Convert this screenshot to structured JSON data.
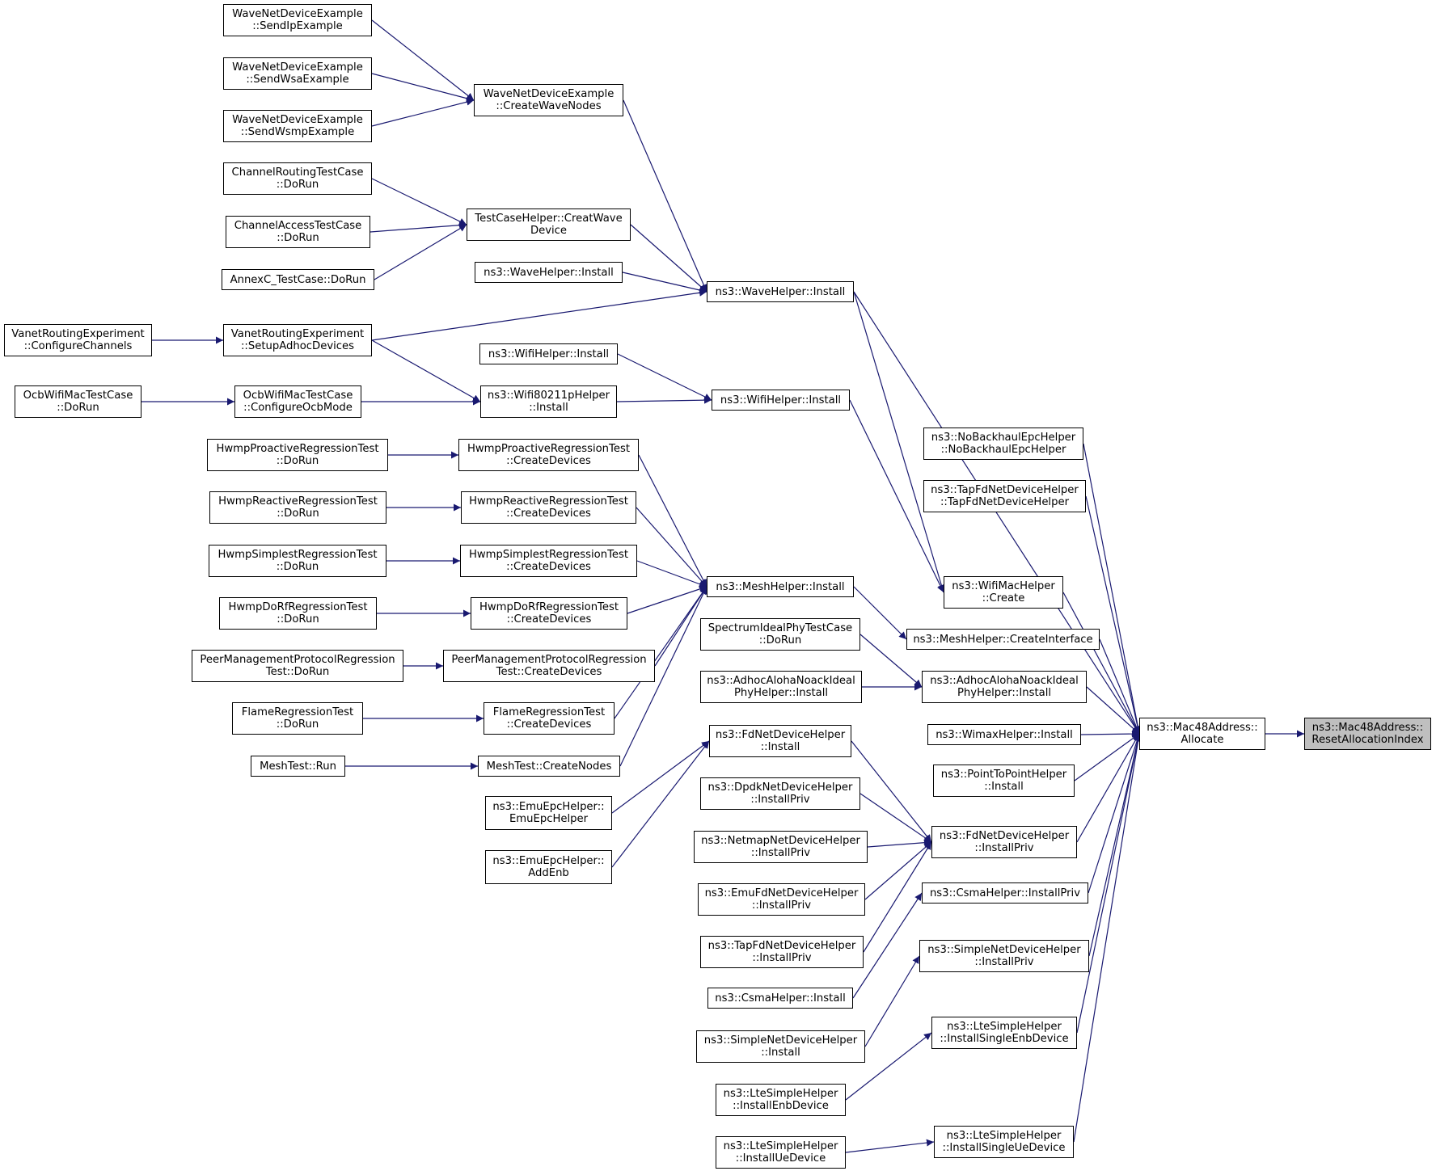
{
  "colors": {
    "edge": "#191970",
    "node_border": "#000000",
    "node_fill": "#ffffff",
    "focus_fill": "#bfbfbf"
  },
  "nodes": {
    "n_reset": {
      "lines": [
        "ns3::Mac48Address::",
        "ResetAllocationIndex"
      ],
      "focus": true
    },
    "n_alloc": {
      "lines": [
        "ns3::Mac48Address::",
        "Allocate"
      ]
    },
    "n_nobackhaul": {
      "lines": [
        "ns3::NoBackhaulEpcHelper",
        "::NoBackhaulEpcHelper"
      ]
    },
    "n_tapfd_ctor": {
      "lines": [
        "ns3::TapFdNetDeviceHelper",
        "::TapFdNetDeviceHelper"
      ]
    },
    "n_wifimac": {
      "lines": [
        "ns3::WifiMacHelper",
        "::Create"
      ]
    },
    "n_mesh_ci": {
      "lines": [
        "ns3::MeshHelper::CreateInterface"
      ]
    },
    "n_adhoc": {
      "lines": [
        "ns3::AdhocAlohaNoackIdeal",
        "PhyHelper::Install"
      ]
    },
    "n_wimax": {
      "lines": [
        "ns3::WimaxHelper::Install"
      ]
    },
    "n_p2p": {
      "lines": [
        "ns3::PointToPointHelper",
        "::Install"
      ]
    },
    "n_fd_priv": {
      "lines": [
        "ns3::FdNetDeviceHelper",
        "::InstallPriv"
      ]
    },
    "n_csma_priv": {
      "lines": [
        "ns3::CsmaHelper::InstallPriv"
      ]
    },
    "n_simple_priv": {
      "lines": [
        "ns3::SimpleNetDeviceHelper",
        "::InstallPriv"
      ]
    },
    "n_lte_enb": {
      "lines": [
        "ns3::LteSimpleHelper",
        "::InstallSingleEnbDevice"
      ]
    },
    "n_lte_ue": {
      "lines": [
        "ns3::LteSimpleHelper",
        "::InstallSingleUeDevice"
      ]
    },
    "n_wave_inst": {
      "lines": [
        "ns3::WaveHelper::Install"
      ]
    },
    "n_wifi_inst": {
      "lines": [
        "ns3::WifiHelper::Install"
      ]
    },
    "n_mesh_inst": {
      "lines": [
        "ns3::MeshHelper::Install"
      ]
    },
    "n_spectrum": {
      "lines": [
        "SpectrumIdealPhyTestCase",
        "::DoRun"
      ]
    },
    "n_adhoc_ideal": {
      "lines": [
        "ns3::AdhocAlohaNoackIdeal",
        "PhyHelper::Install"
      ]
    },
    "n_fd_install": {
      "lines": [
        "ns3::FdNetDeviceHelper",
        "::Install"
      ]
    },
    "n_dpdk": {
      "lines": [
        "ns3::DpdkNetDeviceHelper",
        "::InstallPriv"
      ]
    },
    "n_netmap": {
      "lines": [
        "ns3::NetmapNetDeviceHelper",
        "::InstallPriv"
      ]
    },
    "n_emufd": {
      "lines": [
        "ns3::EmuFdNetDeviceHelper",
        "::InstallPriv"
      ]
    },
    "n_tapfd_priv": {
      "lines": [
        "ns3::TapFdNetDeviceHelper",
        "::InstallPriv"
      ]
    },
    "n_csma_inst": {
      "lines": [
        "ns3::CsmaHelper::Install"
      ]
    },
    "n_simple_inst": {
      "lines": [
        "ns3::SimpleNetDeviceHelper",
        "::Install"
      ]
    },
    "n_lte_enbdev": {
      "lines": [
        "ns3::LteSimpleHelper",
        "::InstallEnbDevice"
      ]
    },
    "n_lte_uedev": {
      "lines": [
        "ns3::LteSimpleHelper",
        "::InstallUeDevice"
      ]
    },
    "n_emu_ctor": {
      "lines": [
        "ns3::EmuEpcHelper::",
        "EmuEpcHelper"
      ]
    },
    "n_emu_addenb": {
      "lines": [
        "ns3::EmuEpcHelper::",
        "AddEnb"
      ]
    },
    "n_wave_cwn": {
      "lines": [
        "WaveNetDeviceExample",
        "::CreateWaveNodes"
      ]
    },
    "n_tch_cwd": {
      "lines": [
        "TestCaseHelper::CreatWave",
        "Device"
      ]
    },
    "n_wave_inst2": {
      "lines": [
        "ns3::WaveHelper::Install"
      ]
    },
    "n_vanet_setup": {
      "lines": [
        "VanetRoutingExperiment",
        "::SetupAdhocDevices"
      ]
    },
    "n_wifi_inst2": {
      "lines": [
        "ns3::WifiHelper::Install"
      ]
    },
    "n_wifi80211p": {
      "lines": [
        "ns3::Wifi80211pHelper",
        "::Install"
      ]
    },
    "n_hwmp_pro_cd": {
      "lines": [
        "HwmpProactiveRegressionTest",
        "::CreateDevices"
      ]
    },
    "n_hwmp_rea_cd": {
      "lines": [
        "HwmpReactiveRegressionTest",
        "::CreateDevices"
      ]
    },
    "n_hwmp_sim_cd": {
      "lines": [
        "HwmpSimplestRegressionTest",
        "::CreateDevices"
      ]
    },
    "n_hwmp_dorf_cd": {
      "lines": [
        "HwmpDoRfRegressionTest",
        "::CreateDevices"
      ]
    },
    "n_pmp_cd": {
      "lines": [
        "PeerManagementProtocolRegression",
        "Test::CreateDevices"
      ]
    },
    "n_flame_cd": {
      "lines": [
        "FlameRegressionTest",
        "::CreateDevices"
      ]
    },
    "n_meshtest_cn": {
      "lines": [
        "MeshTest::CreateNodes"
      ]
    },
    "n_wave_sendip": {
      "lines": [
        "WaveNetDeviceExample",
        "::SendIpExample"
      ]
    },
    "n_wave_sendwsa": {
      "lines": [
        "WaveNetDeviceExample",
        "::SendWsaExample"
      ]
    },
    "n_wave_sendwsmp": {
      "lines": [
        "WaveNetDeviceExample",
        "::SendWsmpExample"
      ]
    },
    "n_chan_routing": {
      "lines": [
        "ChannelRoutingTestCase",
        "::DoRun"
      ]
    },
    "n_chan_access": {
      "lines": [
        "ChannelAccessTestCase",
        "::DoRun"
      ]
    },
    "n_annexc": {
      "lines": [
        "AnnexC_TestCase::DoRun"
      ]
    },
    "n_vanet_config": {
      "lines": [
        "VanetRoutingExperiment",
        "::ConfigureChannels"
      ]
    },
    "n_ocb_config": {
      "lines": [
        "OcbWifiMacTestCase",
        "::ConfigureOcbMode"
      ]
    },
    "n_ocb_dorun": {
      "lines": [
        "OcbWifiMacTestCase",
        "::DoRun"
      ]
    },
    "n_hwmp_pro_run": {
      "lines": [
        "HwmpProactiveRegressionTest",
        "::DoRun"
      ]
    },
    "n_hwmp_rea_run": {
      "lines": [
        "HwmpReactiveRegressionTest",
        "::DoRun"
      ]
    },
    "n_hwmp_sim_run": {
      "lines": [
        "HwmpSimplestRegressionTest",
        "::DoRun"
      ]
    },
    "n_hwmp_dorf_run": {
      "lines": [
        "HwmpDoRfRegressionTest",
        "::DoRun"
      ]
    },
    "n_pmp_run": {
      "lines": [
        "PeerManagementProtocolRegression",
        "Test::DoRun"
      ]
    },
    "n_flame_run": {
      "lines": [
        "FlameRegressionTest",
        "::DoRun"
      ]
    },
    "n_meshtest_run": {
      "lines": [
        "MeshTest::Run"
      ]
    }
  },
  "edges": [
    [
      "n_alloc",
      "n_reset"
    ],
    [
      "n_nobackhaul",
      "n_alloc"
    ],
    [
      "n_tapfd_ctor",
      "n_alloc"
    ],
    [
      "n_wifimac",
      "n_alloc"
    ],
    [
      "n_mesh_ci",
      "n_alloc"
    ],
    [
      "n_adhoc",
      "n_alloc"
    ],
    [
      "n_wimax",
      "n_alloc"
    ],
    [
      "n_p2p",
      "n_alloc"
    ],
    [
      "n_fd_priv",
      "n_alloc"
    ],
    [
      "n_csma_priv",
      "n_alloc"
    ],
    [
      "n_simple_priv",
      "n_alloc"
    ],
    [
      "n_lte_enb",
      "n_alloc"
    ],
    [
      "n_lte_ue",
      "n_alloc"
    ],
    [
      "n_wave_inst",
      "n_alloc"
    ],
    [
      "n_wave_inst",
      "n_wifimac"
    ],
    [
      "n_wifi_inst",
      "n_wifimac"
    ],
    [
      "n_mesh_inst",
      "n_mesh_ci"
    ],
    [
      "n_spectrum",
      "n_adhoc"
    ],
    [
      "n_adhoc_ideal",
      "n_adhoc"
    ],
    [
      "n_fd_install",
      "n_fd_priv"
    ],
    [
      "n_dpdk",
      "n_fd_priv"
    ],
    [
      "n_netmap",
      "n_fd_priv"
    ],
    [
      "n_emufd",
      "n_fd_priv"
    ],
    [
      "n_tapfd_priv",
      "n_fd_priv"
    ],
    [
      "n_csma_inst",
      "n_csma_priv"
    ],
    [
      "n_simple_inst",
      "n_simple_priv"
    ],
    [
      "n_lte_enbdev",
      "n_lte_enb"
    ],
    [
      "n_lte_uedev",
      "n_lte_ue"
    ],
    [
      "n_emu_ctor",
      "n_fd_install"
    ],
    [
      "n_emu_addenb",
      "n_fd_install"
    ],
    [
      "n_wave_cwn",
      "n_wave_inst"
    ],
    [
      "n_tch_cwd",
      "n_wave_inst"
    ],
    [
      "n_wave_inst2",
      "n_wave_inst"
    ],
    [
      "n_vanet_setup",
      "n_wave_inst"
    ],
    [
      "n_wifi_inst2",
      "n_wifi_inst"
    ],
    [
      "n_wifi80211p",
      "n_wifi_inst"
    ],
    [
      "n_hwmp_pro_cd",
      "n_mesh_inst"
    ],
    [
      "n_hwmp_rea_cd",
      "n_mesh_inst"
    ],
    [
      "n_hwmp_sim_cd",
      "n_mesh_inst"
    ],
    [
      "n_hwmp_dorf_cd",
      "n_mesh_inst"
    ],
    [
      "n_pmp_cd",
      "n_mesh_inst"
    ],
    [
      "n_flame_cd",
      "n_mesh_inst"
    ],
    [
      "n_meshtest_cn",
      "n_mesh_inst"
    ],
    [
      "n_wave_sendip",
      "n_wave_cwn"
    ],
    [
      "n_wave_sendwsa",
      "n_wave_cwn"
    ],
    [
      "n_wave_sendwsmp",
      "n_wave_cwn"
    ],
    [
      "n_chan_routing",
      "n_tch_cwd"
    ],
    [
      "n_chan_access",
      "n_tch_cwd"
    ],
    [
      "n_annexc",
      "n_tch_cwd"
    ],
    [
      "n_vanet_setup",
      "n_wifi80211p"
    ],
    [
      "n_vanet_config",
      "n_vanet_setup"
    ],
    [
      "n_ocb_config",
      "n_wifi80211p"
    ],
    [
      "n_ocb_dorun",
      "n_ocb_config"
    ],
    [
      "n_hwmp_pro_run",
      "n_hwmp_pro_cd"
    ],
    [
      "n_hwmp_rea_run",
      "n_hwmp_rea_cd"
    ],
    [
      "n_hwmp_sim_run",
      "n_hwmp_sim_cd"
    ],
    [
      "n_hwmp_dorf_run",
      "n_hwmp_dorf_cd"
    ],
    [
      "n_pmp_run",
      "n_pmp_cd"
    ],
    [
      "n_flame_run",
      "n_flame_cd"
    ],
    [
      "n_meshtest_run",
      "n_meshtest_cn"
    ]
  ]
}
